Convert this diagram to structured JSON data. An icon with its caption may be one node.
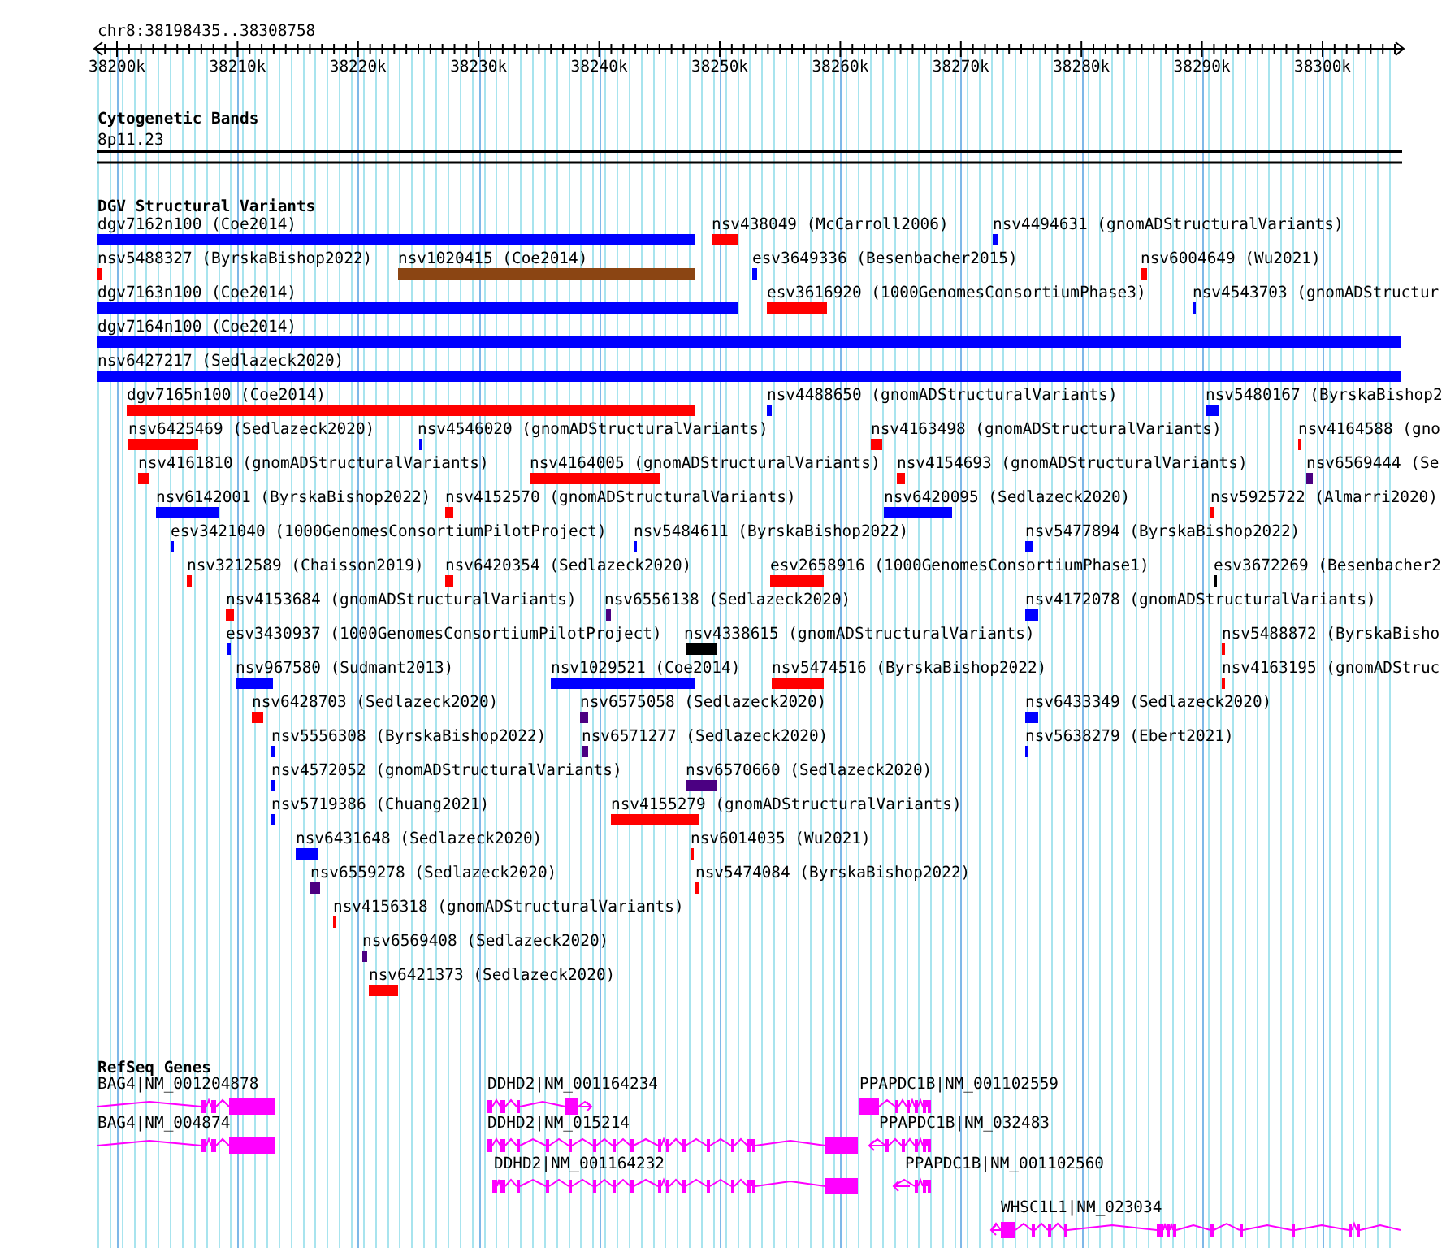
{
  "diagram": {
    "nodes": [
      {
        "text": [
          "dgv7162n100 (Coe2014)"
        ]
      },
      {
        "text": [
          "nsv438049 (McCarroll2006)"
        ]
      },
      {
        "text": [
          "nsv4494631 (gnomADStructuralVariants)"
        ]
      },
      {
        "text": [
          "nsv5488327 (ByrskaBishop2022)"
        ]
      },
      {
        "text": [
          "nsv1020415 (Coe2014)"
        ]
      },
      {
        "text": [
          "esv3649336 (Besenbacher2015)"
        ]
      },
      {
        "text": [
          "nsv6004649 (Wu2021)"
        ]
      },
      {
        "text": [
          "dgv7163n100 (Coe2014)"
        ]
      },
      {
        "text": [
          "esv3616920 (1000GenomesConsortiumPhase3)"
        ]
      },
      {
        "text": [
          "nsv4543703 (gnomADStructur"
        ]
      },
      {
        "text": [
          "dgv7164n100 (Coe2014)"
        ]
      },
      {
        "text": [
          "nsv6427217 (Sedlazeck2020)"
        ]
      },
      {
        "text": [
          "dgv7165n100 (Coe2014)"
        ]
      },
      {
        "text": [
          "nsv4488650 (gnomADStructuralVariants)"
        ]
      },
      {
        "text": [
          "nsv5480167 (ByrskaBishop2"
        ]
      },
      {
        "text": [
          "nsv6425469 (Sedlazeck2020)"
        ]
      },
      {
        "text": [
          "nsv4546020 (gnomADStructuralVariants)"
        ]
      },
      {
        "text": [
          "nsv4163498 (gnomADStructuralVariants)"
        ]
      },
      {
        "text": [
          "nsv4164588 (gno"
        ]
      },
      {
        "text": [
          "nsv4161810 (gnomADStructuralVariants)"
        ]
      },
      {
        "text": [
          "nsv4164005 (gnomADStructuralVariants)"
        ]
      },
      {
        "text": [
          "nsv4154693 (gnomADStructuralVariants)"
        ]
      },
      {
        "text": [
          "nsv6569444 (Se"
        ]
      },
      {
        "text": [
          "nsv6142001 (ByrskaBishop2022)"
        ]
      },
      {
        "text": [
          "nsv4152570 (gnomADStructuralVariants)"
        ]
      },
      {
        "text": [
          "nsv6420095 (Sedlazeck2020)"
        ]
      },
      {
        "text": [
          "nsv5925722 (Almarri2020)"
        ]
      },
      {
        "text": [
          "esv3421040 (1000GenomesConsortiumPilotProject)"
        ]
      },
      {
        "text": [
          "nsv5484611 (ByrskaBishop2022)"
        ]
      },
      {
        "text": [
          "nsv5477894 (ByrskaBishop2022)"
        ]
      },
      {
        "text": [
          "nsv3212589 (Chaisson2019)"
        ]
      },
      {
        "text": [
          "nsv6420354 (Sedlazeck2020)"
        ]
      },
      {
        "text": [
          "esv2658916 (1000GenomesConsortiumPhase1)"
        ]
      },
      {
        "text": [
          "esv3672269 (Besenbacher2"
        ]
      },
      {
        "text": [
          "nsv4153684 (gnomADStructuralVariants)"
        ]
      },
      {
        "text": [
          "nsv6556138 (Sedlazeck2020)"
        ]
      },
      {
        "text": [
          "nsv4172078 (gnomADStructuralVariants)"
        ]
      },
      {
        "text": [
          "esv3430937 (1000GenomesConsortiumPilotProject)"
        ]
      },
      {
        "text": [
          "nsv4338615 (gnomADStructuralVariants)"
        ]
      },
      {
        "text": [
          "nsv5488872 (ByrskaBisho"
        ]
      },
      {
        "text": [
          "nsv967580 (Sudmant2013)"
        ]
      },
      {
        "text": [
          "nsv1029521 (Coe2014)"
        ]
      },
      {
        "text": [
          "nsv5474516 (ByrskaBishop2022)"
        ]
      },
      {
        "text": [
          "nsv4163195 (gnomADStruc"
        ]
      },
      {
        "text": [
          "nsv6428703 (Sedlazeck2020)"
        ]
      },
      {
        "text": [
          "nsv6575058 (Sedlazeck2020)"
        ]
      },
      {
        "text": [
          "nsv6433349 (Sedlazeck2020)"
        ]
      },
      {
        "text": [
          "nsv5556308 (ByrskaBishop2022)"
        ]
      },
      {
        "text": [
          "nsv6571277 (Sedlazeck2020)"
        ]
      },
      {
        "text": [
          "nsv5638279 (Ebert2021)"
        ]
      },
      {
        "text": [
          "nsv4572052 (gnomADStructuralVariants)"
        ]
      },
      {
        "text": [
          "nsv6570660 (Sedlazeck2020)"
        ]
      },
      {
        "text": [
          "nsv5719386 (Chuang2021)"
        ]
      },
      {
        "text": [
          "nsv4155279 (gnomADStructuralVariants)"
        ]
      },
      {
        "text": [
          "nsv6431648 (Sedlazeck2020)"
        ]
      },
      {
        "text": [
          "nsv6014035 (Wu2021)"
        ]
      },
      {
        "text": [
          "nsv6559278 (Sedlazeck2020)"
        ]
      },
      {
        "text": [
          "nsv5474084 (ByrskaBishop2022)"
        ]
      },
      {
        "text": [
          "nsv4156318 (gnomADStructuralVariants)"
        ]
      },
      {
        "text": [
          "nsv6569408 (Sedlazeck2020)"
        ]
      },
      {
        "text": [
          "nsv6421373 (Sedlazeck2020)"
        ]
      },
      {
        "text": [
          "BAG4|NM_001204878"
        ]
      },
      {
        "text": [
          "DDHD2|NM_001164234"
        ]
      },
      {
        "text": [
          "PPAPDC1B|NM_001102559"
        ]
      },
      {
        "text": [
          "BAG4|NM_004874"
        ]
      },
      {
        "text": [
          "DDHD2|NM_015214"
        ]
      },
      {
        "text": [
          "PPAPDC1B|NM_032483"
        ]
      },
      {
        "text": [
          "DDHD2|NM_001164232"
        ]
      },
      {
        "text": [
          "PPAPDC1B|NM_001102560"
        ]
      },
      {
        "text": [
          "WHSC1L1|NM_023034"
        ]
      }
    ],
    "labels": [
      "chr8:38198435..38308758",
      "38200k",
      "38210k",
      "38220k",
      "38230k",
      "38240k",
      "38250k",
      "38260k",
      "38270k",
      "38280k",
      "38290k",
      "38300k",
      "Cytogenetic Bands",
      "8p11.23",
      "DGV Structural Variants",
      "RefSeq Genes"
    ]
  }
}
